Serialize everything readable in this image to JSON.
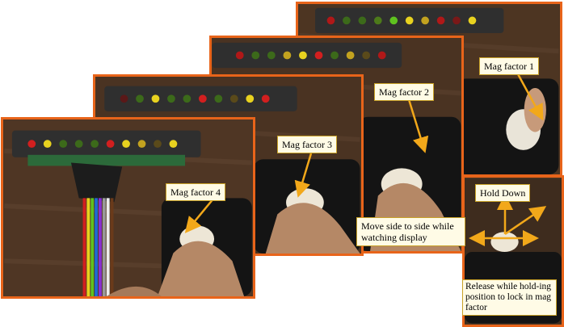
{
  "labels": {
    "mag1": "Mag factor 1",
    "mag2": "Mag factor 2",
    "mag3": "Mag factor 3",
    "mag4": "Mag factor 4",
    "hold_down": "Hold Down",
    "move": "Move side to side while watching display",
    "release": "Release while hold-ing position to lock in mag factor"
  },
  "colors": {
    "frame": "#e8641a",
    "label_bg": "#fffbe6",
    "label_border": "#c9a227",
    "arrow": "#f2a81a",
    "led_red": "#d21f1f",
    "led_yellow": "#e8d21f",
    "led_green": "#5fc21f"
  }
}
